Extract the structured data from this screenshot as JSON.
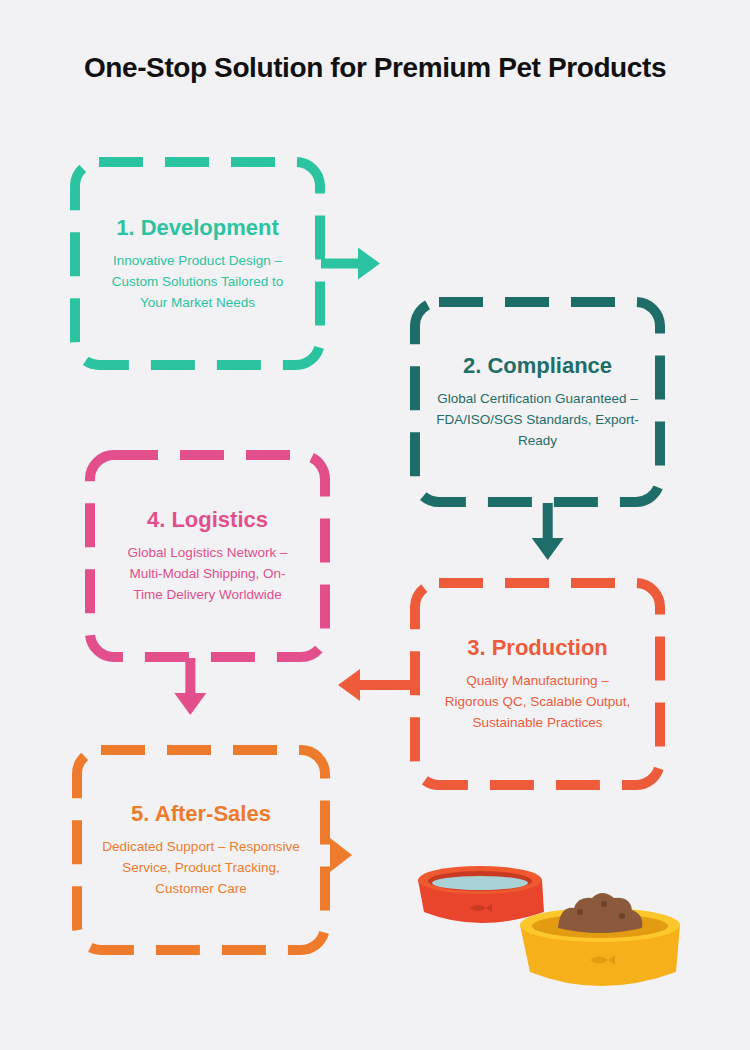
{
  "diagram": {
    "title": "One-Stop Solution for Premium Pet Products",
    "nodes": [
      {
        "text": [
          "1. Development",
          "Innovative Product Design – Custom Solutions Tailored to Your Market Needs"
        ]
      },
      {
        "text": [
          "2. Compliance",
          "Global Certification Guaranteed – FDA/ISO/SGS Standards, Export-Ready"
        ]
      },
      {
        "text": [
          "3. Production",
          "Quality Manufacturing – Rigorous QC, Scalable Output, Sustainable Practices"
        ]
      },
      {
        "text": [
          "4. Logistics",
          "Global Logistics Network – Multi-Modal Shipping, On-Time Delivery Worldwide"
        ]
      },
      {
        "text": [
          "5. After-Sales",
          "Dedicated Support – Responsive Service, Product Tracking, Customer Care"
        ]
      }
    ],
    "edges": [
      {
        "from": 0,
        "to": 1,
        "arrow": "to"
      },
      {
        "from": 1,
        "to": 2,
        "arrow": "to"
      },
      {
        "from": 2,
        "to": 3,
        "arrow": "to"
      },
      {
        "from": 3,
        "to": 4,
        "arrow": "to"
      }
    ]
  }
}
